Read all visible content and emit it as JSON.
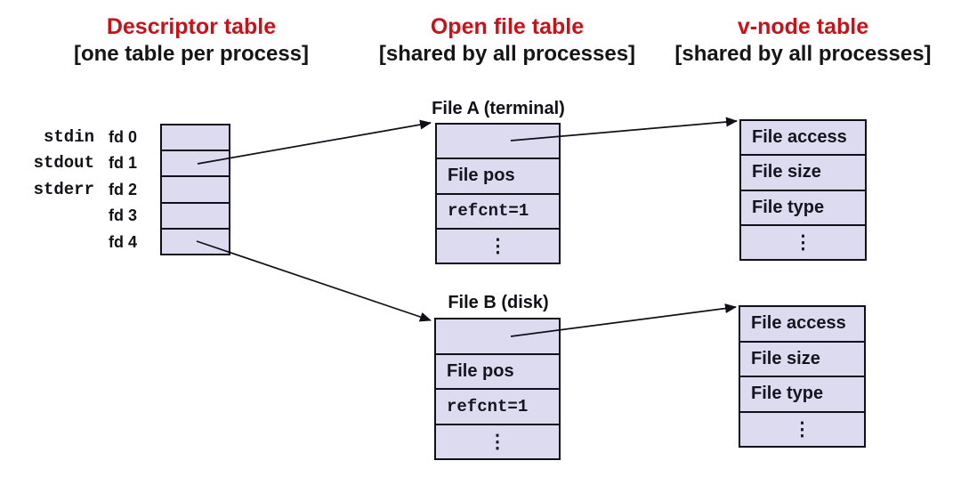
{
  "headers": [
    {
      "title": "Descriptor table",
      "subtitle": "[one table per process]"
    },
    {
      "title": "Open file table",
      "subtitle": "[shared by all processes]"
    },
    {
      "title": "v-node table",
      "subtitle": "[shared by all processes]"
    }
  ],
  "descriptor_table": {
    "fd_rows": [
      {
        "name": "stdin",
        "fd": "fd 0"
      },
      {
        "name": "stdout",
        "fd": "fd 1"
      },
      {
        "name": "stderr",
        "fd": "fd 2"
      },
      {
        "name": "",
        "fd": "fd 3"
      },
      {
        "name": "",
        "fd": "fd 4"
      }
    ]
  },
  "open_file_tables": [
    {
      "title": "File A (terminal)",
      "rows": [
        "",
        "File pos",
        "refcnt=1",
        "⋮"
      ]
    },
    {
      "title": "File B (disk)",
      "rows": [
        "",
        "File pos",
        "refcnt=1",
        "⋮"
      ]
    }
  ],
  "vnode_tables": [
    {
      "rows": [
        "File access",
        "File size",
        "File type",
        "⋮"
      ]
    },
    {
      "rows": [
        "File access",
        "File size",
        "File type",
        "⋮"
      ]
    }
  ],
  "connections": [
    {
      "from": "fd 1",
      "to": "File A (terminal) open file table"
    },
    {
      "from": "fd 4",
      "to": "File B (disk) open file table"
    },
    {
      "from": "File A open file table entry",
      "to": "v-node table (File A)"
    },
    {
      "from": "File B open file table entry",
      "to": "v-node table (File B)"
    }
  ],
  "colors": {
    "accent_red": "#c8121a",
    "cell_fill": "#dcdbef",
    "border_dark": "#10101c",
    "text_dark": "#15151f"
  }
}
